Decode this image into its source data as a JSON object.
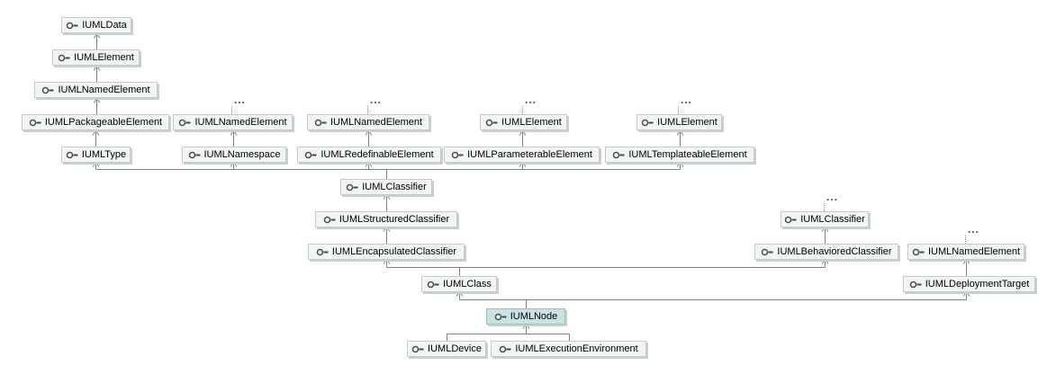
{
  "diagram": {
    "type": "interface-inheritance-hierarchy",
    "more_indicator": "...",
    "selected_node": "IUMLNode",
    "colors": {
      "node_background": "#f1f5f4",
      "node_border": "#c5cbca",
      "node_shadow": "#c9cfcf",
      "selected_background": "#c9e2e3",
      "selected_border": "#9fbdbf",
      "connector": "#7f7f7f",
      "text": "#000000"
    },
    "nodes": [
      {
        "label": "IUMLData"
      },
      {
        "label": "IUMLElement"
      },
      {
        "label": "IUMLNamedElement"
      },
      {
        "label": "IUMLPackageableElement"
      },
      {
        "label": "IUMLNamedElement"
      },
      {
        "label": "IUMLNamedElement"
      },
      {
        "label": "IUMLElement"
      },
      {
        "label": "IUMLElement"
      },
      {
        "label": "IUMLType"
      },
      {
        "label": "IUMLNamespace"
      },
      {
        "label": "IUMLRedefinableElement"
      },
      {
        "label": "IUMLParameterableElement"
      },
      {
        "label": "IUMLTemplateableElement"
      },
      {
        "label": "IUMLClassifier"
      },
      {
        "label": "IUMLStructuredClassifier"
      },
      {
        "label": "IUMLClassifier"
      },
      {
        "label": "IUMLEncapsulatedClassifier"
      },
      {
        "label": "IUMLBehavioredClassifier"
      },
      {
        "label": "IUMLNamedElement"
      },
      {
        "label": "IUMLClass"
      },
      {
        "label": "IUMLDeploymentTarget"
      },
      {
        "label": "IUMLNode"
      },
      {
        "label": "IUMLDevice"
      },
      {
        "label": "IUMLExecutionEnvironment"
      }
    ],
    "edges": [
      {
        "from": "IUMLElement",
        "to": "IUMLData"
      },
      {
        "from": "IUMLNamedElement",
        "to": "IUMLElement"
      },
      {
        "from": "IUMLPackageableElement",
        "to": "IUMLNamedElement"
      },
      {
        "from": "IUMLType",
        "to": "IUMLPackageableElement"
      },
      {
        "from": "IUMLNamespace",
        "to": "IUMLNamedElement"
      },
      {
        "from": "IUMLRedefinableElement",
        "to": "IUMLNamedElement"
      },
      {
        "from": "IUMLParameterableElement",
        "to": "IUMLElement"
      },
      {
        "from": "IUMLTemplateableElement",
        "to": "IUMLElement"
      },
      {
        "from": "IUMLClassifier",
        "to": "IUMLType"
      },
      {
        "from": "IUMLClassifier",
        "to": "IUMLNamespace"
      },
      {
        "from": "IUMLClassifier",
        "to": "IUMLRedefinableElement"
      },
      {
        "from": "IUMLClassifier",
        "to": "IUMLParameterableElement"
      },
      {
        "from": "IUMLClassifier",
        "to": "IUMLTemplateableElement"
      },
      {
        "from": "IUMLStructuredClassifier",
        "to": "IUMLClassifier"
      },
      {
        "from": "IUMLEncapsulatedClassifier",
        "to": "IUMLStructuredClassifier"
      },
      {
        "from": "IUMLBehavioredClassifier",
        "to": "IUMLClassifier"
      },
      {
        "from": "IUMLClass",
        "to": "IUMLEncapsulatedClassifier"
      },
      {
        "from": "IUMLClass",
        "to": "IUMLBehavioredClassifier"
      },
      {
        "from": "IUMLDeploymentTarget",
        "to": "IUMLNamedElement"
      },
      {
        "from": "IUMLNode",
        "to": "IUMLClass"
      },
      {
        "from": "IUMLNode",
        "to": "IUMLDeploymentTarget"
      },
      {
        "from": "IUMLDevice",
        "to": "IUMLNode"
      },
      {
        "from": "IUMLExecutionEnvironment",
        "to": "IUMLNode"
      }
    ]
  }
}
